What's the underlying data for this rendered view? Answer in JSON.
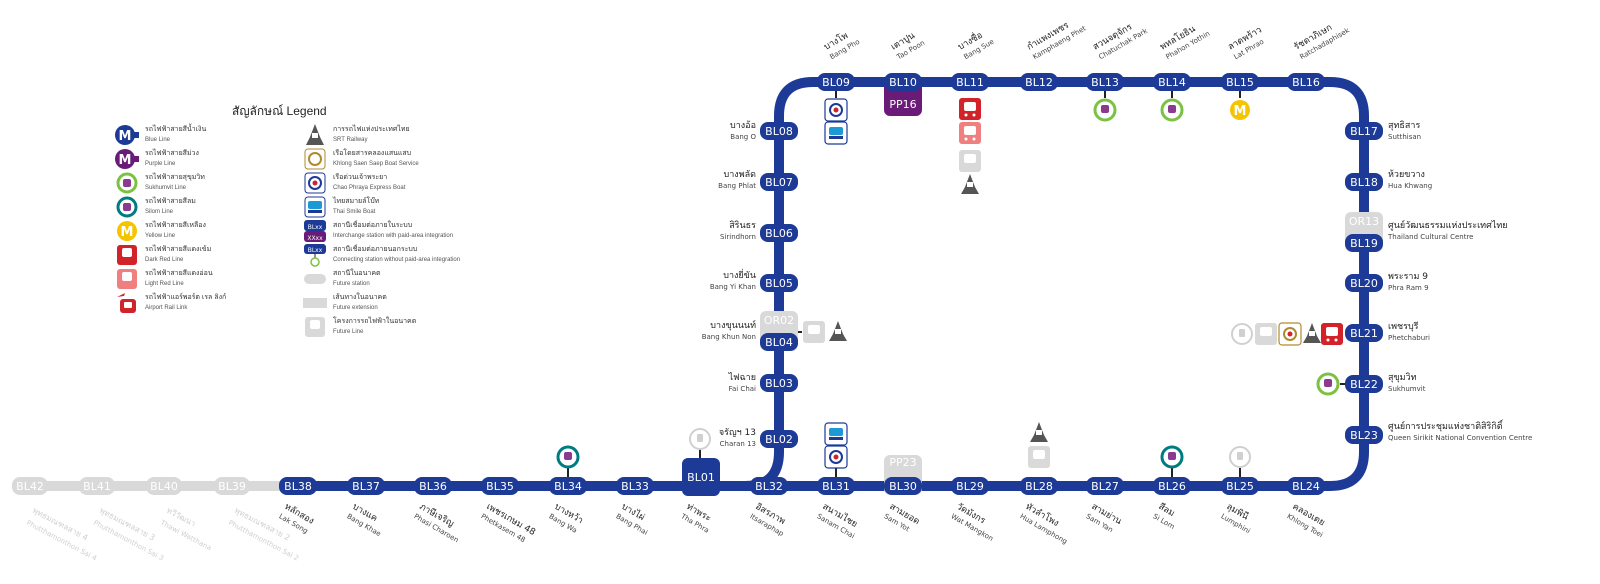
{
  "colors": {
    "blue_line": "#1c3a96",
    "purple_line": "#6a1b78",
    "sukhumvit_green": "#7cc242",
    "silom_teal": "#007c80",
    "yellow_line": "#f5c400",
    "dark_red": "#d2232a",
    "light_red": "#f08080",
    "future_grey": "#d9d9d9"
  },
  "legend": {
    "title": "สัญลักษณ์ Legend",
    "items": [
      {
        "id": "blue",
        "icon": "blue-line-icon",
        "th": "รถไฟฟ้าสายสีน้ำเงิน",
        "en": "Blue Line"
      },
      {
        "id": "purple",
        "icon": "purple-line-icon",
        "th": "รถไฟฟ้าสายสีม่วง",
        "en": "Purple Line"
      },
      {
        "id": "sukhumvit",
        "icon": "sukhumvit-line-icon",
        "th": "รถไฟฟ้าสายสุขุมวิท",
        "en": "Sukhumvit Line"
      },
      {
        "id": "silom",
        "icon": "silom-line-icon",
        "th": "รถไฟฟ้าสายสีลม",
        "en": "Silom Line"
      },
      {
        "id": "yellow",
        "icon": "yellow-line-icon",
        "th": "รถไฟฟ้าสายสีเหลือง",
        "en": "Yellow Line"
      },
      {
        "id": "darkred",
        "icon": "dark-red-line-icon",
        "th": "รถไฟฟ้าสายสีแดงเข้ม",
        "en": "Dark Red Line"
      },
      {
        "id": "lightred",
        "icon": "light-red-line-icon",
        "th": "รถไฟฟ้าสายสีแดงอ่อน",
        "en": "Light Red Line"
      },
      {
        "id": "airport",
        "icon": "airport-rail-link-icon",
        "th": "รถไฟฟ้าแอร์พอร์ต เรล ลิงก์",
        "en": "Airport Rail Link"
      }
    ],
    "items2": [
      {
        "id": "srt",
        "icon": "srt-railway-icon",
        "th": "การรถไฟแห่งประเทศไทย",
        "en": "SRT Railway"
      },
      {
        "id": "khlong",
        "icon": "khlong-boat-icon",
        "th": "เรือโดยสารคลองแสนแสบ",
        "en": "Khlong Saen Saep Boat Service"
      },
      {
        "id": "chaophraya",
        "icon": "chao-phraya-boat-icon",
        "th": "เรือด่วนเจ้าพระยา",
        "en": "Chao Phraya Express Boat"
      },
      {
        "id": "smile",
        "icon": "thai-smile-boat-icon",
        "th": "ไทยสมายล์โบ๊ท",
        "en": "Thai Smile Boat"
      },
      {
        "id": "paid",
        "icon": "paid-interchange-icon",
        "th": "สถานีเชื่อมต่อภายในระบบ",
        "en": "Interchange station with paid-area integration",
        "m1": "BLxx",
        "m2": "XXxx"
      },
      {
        "id": "unpaid",
        "icon": "unpaid-interchange-icon",
        "th": "สถานีเชื่อมต่อภายนอกระบบ",
        "en": "Connecting station without paid-area integration",
        "m1": "BLxx"
      },
      {
        "id": "futurestation",
        "icon": "future-station-icon",
        "th": "สถานีในอนาคต",
        "en": "Future station"
      },
      {
        "id": "futureext",
        "icon": "future-extension-icon",
        "th": "เส้นทางในอนาคต",
        "en": "Future extension"
      },
      {
        "id": "futureline",
        "icon": "future-line-icon",
        "th": "โครงการรถไฟฟ้าในอนาคต",
        "en": "Future Line"
      }
    ]
  },
  "stations": [
    {
      "code": "BL01",
      "th": "ท่าพระ",
      "en": "Tha Phra"
    },
    {
      "code": "BL02",
      "th": "จรัญฯ 13",
      "en": "Charan 13"
    },
    {
      "code": "BL03",
      "th": "ไฟฉาย",
      "en": "Fai Chai"
    },
    {
      "code": "BL04",
      "th": "บางขุนนนท์",
      "en": "Bang Khun Non"
    },
    {
      "code": "BL05",
      "th": "บางยี่ขัน",
      "en": "Bang Yi Khan"
    },
    {
      "code": "BL06",
      "th": "สิรินธร",
      "en": "Sirindhorn"
    },
    {
      "code": "BL07",
      "th": "บางพลัด",
      "en": "Bang Phlat"
    },
    {
      "code": "BL08",
      "th": "บางอ้อ",
      "en": "Bang O"
    },
    {
      "code": "BL09",
      "th": "บางโพ",
      "en": "Bang Pho"
    },
    {
      "code": "BL10",
      "th": "เตาปูน",
      "en": "Tao Poon"
    },
    {
      "code": "BL11",
      "th": "บางซื่อ",
      "en": "Bang Sue"
    },
    {
      "code": "BL12",
      "th": "กำแพงเพชร",
      "en": "Kamphaeng Phet"
    },
    {
      "code": "BL13",
      "th": "สวนจตุจักร",
      "en": "Chatuchak Park"
    },
    {
      "code": "BL14",
      "th": "พหลโยธิน",
      "en": "Phahon Yothin"
    },
    {
      "code": "BL15",
      "th": "ลาดพร้าว",
      "en": "Lat Phrao"
    },
    {
      "code": "BL16",
      "th": "รัชดาภิเษก",
      "en": "Ratchadaphisek"
    },
    {
      "code": "BL17",
      "th": "สุทธิสาร",
      "en": "Sutthisan"
    },
    {
      "code": "BL18",
      "th": "ห้วยขวาง",
      "en": "Hua Khwang"
    },
    {
      "code": "BL19",
      "th": "ศูนย์วัฒนธรรมแห่งประเทศไทย",
      "en": "Thailand Cultural Centre"
    },
    {
      "code": "BL20",
      "th": "พระราม 9",
      "en": "Phra Ram 9"
    },
    {
      "code": "BL21",
      "th": "เพชรบุรี",
      "en": "Phetchaburi"
    },
    {
      "code": "BL22",
      "th": "สุขุมวิท",
      "en": "Sukhumvit"
    },
    {
      "code": "BL23",
      "th": "ศูนย์การประชุมแห่งชาติสิริกิติ์",
      "en": "Queen Sirikit National Convention Centre"
    },
    {
      "code": "BL24",
      "th": "คลองเตย",
      "en": "Khlong Toei"
    },
    {
      "code": "BL25",
      "th": "ลุมพินี",
      "en": "Lumphini"
    },
    {
      "code": "BL26",
      "th": "สีลม",
      "en": "Si Lom"
    },
    {
      "code": "BL27",
      "th": "สามย่าน",
      "en": "Sam Yan"
    },
    {
      "code": "BL28",
      "th": "หัวลำโพง",
      "en": "Hua Lamphong"
    },
    {
      "code": "BL29",
      "th": "วัดมังกร",
      "en": "Wat Mangkon"
    },
    {
      "code": "BL30",
      "th": "สามยอด",
      "en": "Sam Yot"
    },
    {
      "code": "BL31",
      "th": "สนามไชย",
      "en": "Sanam Chai"
    },
    {
      "code": "BL32",
      "th": "อิสรภาพ",
      "en": "Itsaraphap"
    },
    {
      "code": "BL33",
      "th": "บางไผ่",
      "en": "Bang Phai"
    },
    {
      "code": "BL34",
      "th": "บางหว้า",
      "en": "Bang Wa"
    },
    {
      "code": "BL35",
      "th": "เพชรเกษม 48",
      "en": "Phetkasem 48"
    },
    {
      "code": "BL36",
      "th": "ภาษีเจริญ",
      "en": "Phasi Charoen"
    },
    {
      "code": "BL37",
      "th": "บางแค",
      "en": "Bang Khae"
    },
    {
      "code": "BL38",
      "th": "หลักสอง",
      "en": "Lak Song"
    }
  ],
  "future_stations": [
    {
      "code": "BL39",
      "th": "พุทธมณฑลสาย 2",
      "en": "Phutthamonthon Sai 2"
    },
    {
      "code": "BL40",
      "th": "ทวีวัฒนา",
      "en": "Thawi Watthana"
    },
    {
      "code": "BL41",
      "th": "พุทธมณฑลสาย 3",
      "en": "Phutthamonthon Sai 3"
    },
    {
      "code": "BL42",
      "th": "พุทธมณฑลสาย 4",
      "en": "Phutthamonthon Sai 4"
    }
  ],
  "interchange_codes": {
    "pp16": "PP16",
    "or02": "OR02",
    "or13": "OR13",
    "pp23": "PP23"
  }
}
